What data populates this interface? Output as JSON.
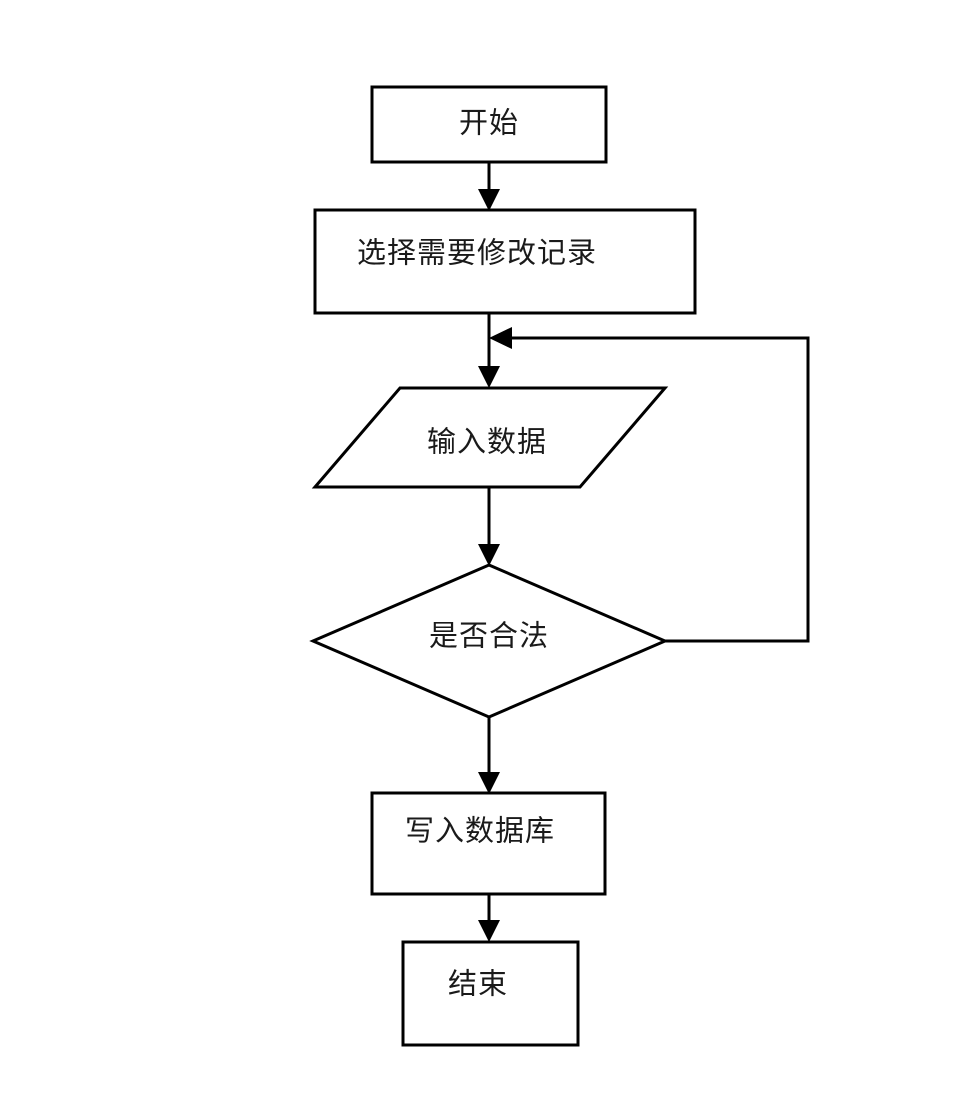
{
  "diagram": {
    "type": "flowchart",
    "title": "",
    "orientation": "top-to-bottom",
    "background_color": "#ffffff",
    "line_color": "#000000",
    "text_color": "#1a1a1a",
    "nodes": [
      {
        "id": "start",
        "shape": "rectangle",
        "label": "开始"
      },
      {
        "id": "select",
        "shape": "rectangle",
        "label": "选择需要修改记录"
      },
      {
        "id": "input",
        "shape": "parallelogram",
        "label": "输入数据"
      },
      {
        "id": "validate",
        "shape": "diamond",
        "label": "是否合法"
      },
      {
        "id": "write",
        "shape": "rectangle",
        "label": "写入数据库"
      },
      {
        "id": "end",
        "shape": "rectangle",
        "label": "结束"
      }
    ],
    "edges": [
      {
        "id": "e1",
        "from": "start",
        "to": "select",
        "label": ""
      },
      {
        "id": "e2",
        "from": "select",
        "to": "input",
        "label": ""
      },
      {
        "id": "e3",
        "from": "input",
        "to": "validate",
        "label": ""
      },
      {
        "id": "e4",
        "from": "validate",
        "to": "write",
        "label": ""
      },
      {
        "id": "e5",
        "from": "write",
        "to": "end",
        "label": ""
      },
      {
        "id": "e6",
        "from": "validate",
        "to": "input",
        "label": ""
      }
    ]
  }
}
